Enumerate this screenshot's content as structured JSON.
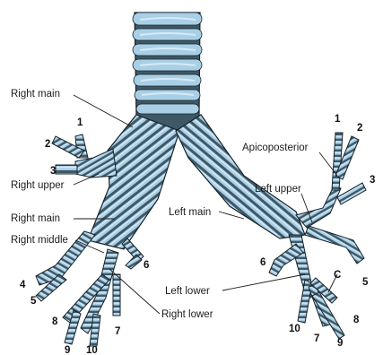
{
  "colors": {
    "cartilage": "#a9cfe6",
    "cartilage_light": "#d6eaf6",
    "tissue": "#3f5866",
    "outline": "#16222a",
    "background": "#ffffff"
  },
  "labels": {
    "right_main_top": "Right main",
    "right_upper": "Right upper",
    "right_main_lower": "Right main",
    "right_middle": "Right middle",
    "right_lower": "Right lower",
    "apicoposterior": "Apicoposterior",
    "left_upper": "Left upper",
    "left_main": "Left main",
    "left_lower": "Left lower"
  },
  "segment_numbers": {
    "r1": "1",
    "r2": "2",
    "r3": "3",
    "r4": "4",
    "r5": "5",
    "r6": "6",
    "r7": "7",
    "r8": "8",
    "r9": "9",
    "r10": "10",
    "l1": "1",
    "l2": "2",
    "l3": "3",
    "l5": "5",
    "l6": "6",
    "lc": "C",
    "l7": "7",
    "l8": "8",
    "l9": "9",
    "l10": "10"
  }
}
